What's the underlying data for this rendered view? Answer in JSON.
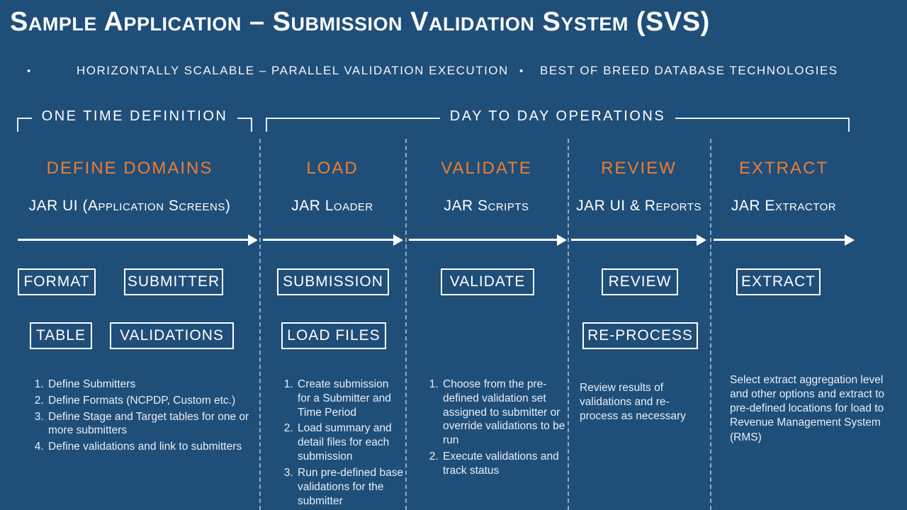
{
  "slide": {
    "title": "Sample Application – Submission Validation System (SVS)",
    "bullets": [
      "HORIZONTALLY SCALABLE – PARALLEL VALIDATION EXECUTION",
      "BEST OF BREED DATABASE TECHNOLOGIES"
    ],
    "bullet_glyph": "•"
  },
  "sections": {
    "one_time": "ONE TIME DEFINITION",
    "day_to_day": "DAY TO DAY OPERATIONS"
  },
  "columns": [
    {
      "header": "DEFINE DOMAINS",
      "subheader": "JAR UI (Application Screens)",
      "boxes_row1": [
        "FORMAT",
        "SUBMITTER"
      ],
      "boxes_row2": [
        "TABLE",
        "VALIDATIONS"
      ],
      "items": [
        "Define Submitters",
        "Define Formats (NCPDP, Custom etc.)",
        "Define Stage and Target tables for one or more submitters",
        "Define validations and link to submitters"
      ]
    },
    {
      "header": "LOAD",
      "subheader": "JAR Loader",
      "boxes_row1": [
        "SUBMISSION"
      ],
      "boxes_row2": [
        "LOAD FILES"
      ],
      "items": [
        "Create submission for a Submitter and Time Period",
        "Load summary and detail files for each submission",
        "Run pre-defined base validations for the submitter"
      ]
    },
    {
      "header": "VALIDATE",
      "subheader": "JAR Scripts",
      "boxes_row1": [
        "VALIDATE"
      ],
      "boxes_row2": [],
      "items": [
        "Choose from the pre-defined validation set assigned to submitter or override validations to be run",
        "Execute validations and track status"
      ]
    },
    {
      "header": "REVIEW",
      "subheader": "JAR UI & Reports",
      "boxes_row1": [
        "REVIEW"
      ],
      "boxes_row2": [
        "RE-PROCESS"
      ],
      "note": "Review results of validations and re-process as necessary"
    },
    {
      "header": "EXTRACT",
      "subheader": "JAR Extractor",
      "boxes_row1": [
        "EXTRACT"
      ],
      "boxes_row2": [],
      "note": "Select extract aggregation level and other options and extract to pre-defined locations for load to Revenue Management System (RMS)"
    }
  ],
  "colors": {
    "background": "#1F4E79",
    "accent_orange": "#ED7D31",
    "text_white": "#FFFFFF",
    "divider_dash": "#BECADB"
  }
}
